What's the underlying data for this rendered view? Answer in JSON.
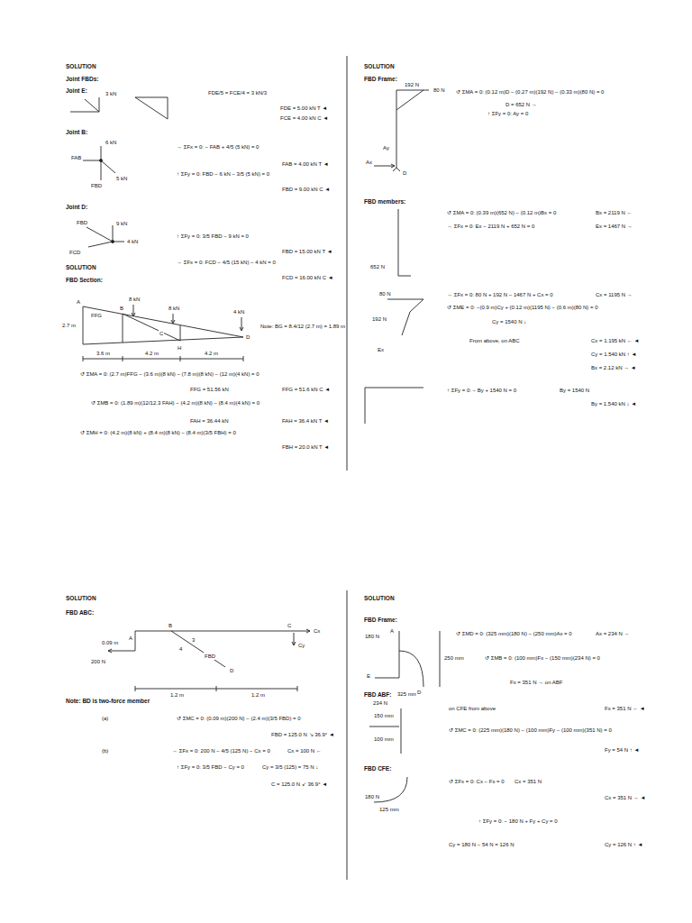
{
  "diagram": {
    "labels": [
      "SOLUTION",
      "Joint FBDs:",
      "Joint E:",
      "3 kN",
      "FDE/5 = FCE/4 = 3 kN/3",
      "FDE = 5.00 kN T ◄",
      "FCE = 4.00 kN C ◄",
      "Joint B:",
      "→ ΣFx = 0:  − FAB + 4/5 (5 kN) = 0",
      "FAB = 4.00 kN T ◄",
      "↑ ΣFy = 0:   FBD − 6 kN − 3/5 (5 kN) = 0",
      "FBD = 9.00 kN C ◄",
      "Joint D:",
      "↑ ΣFy = 0:  3/5 FBD − 9 kN = 0",
      "FBD = 15.00 kN T ◄",
      "→ ΣFx = 0:  FCD − 4/5 (15 kN) − 4 kN = 0",
      "FCD = 16.00 kN C ◄",
      "SOLUTION",
      "FBD Section:",
      "Note: BG = 8.4/12 (2.7 m) = 1.89 m",
      "↺ ΣMA = 0: (2.7 m)FFG − (3.6 m)(8 kN) − (7.8 m)(8 kN) − (12 m)(4 kN) = 0",
      "FFG = 51.56 kN",
      "FFG = 51.6 kN C ◄",
      "↺ ΣMB = 0: (1.89 m)(12/12.3 FAH) − (4.2 m)(8 kN) − (8.4 m)(4 kN) = 0",
      "FAH = 36.44 kN",
      "FAH = 36.4 kN T ◄",
      "↺ ΣMH = 0: (4.2 m)(8 kN) + (8.4 m)(8 kN) − (8.4 m)(3/5 FBH) = 0",
      "FBH = 20.0 kN T ◄",
      "8 kN",
      "8 kN",
      "4 kN",
      "2.7 m",
      "3.6 m",
      "4.2 m",
      "4.2 m",
      "A",
      "B",
      "C",
      "D",
      "H",
      "FFG",
      "6 kN",
      "5 kN",
      "FAB",
      "FBD",
      "9 kN",
      "4 kN",
      "FCD",
      "FBD",
      "SOLUTION",
      "FBD Frame:",
      "↺ ΣMA = 0: (0.12 m)D − (0.27 m)(192 N) − (0.33 m)(80 N) = 0",
      "D = 652 N →",
      "↑ ΣFy = 0: Ay = 0",
      "FBD members:",
      "↺ ΣMA = 0: (0.39 m)(652 N) − (0.12 m)Bx = 0",
      "Bx = 2119 N ←",
      "→ ΣFx = 0: Ex − 2119 N + 652 N = 0",
      "Ex = 1467 N →",
      "→ ΣFx = 0: 80 N + 192 N − 1467 N + Cx = 0",
      "Cx = 1195 N →",
      "↺ ΣME = 0: −(0.9 m)Cy + (0.12 m)(1195 N) − (0.6 m)(80 N) = 0",
      "Cy = 1540 N ↓",
      "From above, on ABC",
      "Cx = 1.195 kN ← ◄",
      "Cy = 1.540 kN ↑ ◄",
      "Bx = 2.12 kN → ◄",
      "↑ ΣFy = 0: − By + 1540 N = 0",
      "By = 1540 N",
      "By = 1.540 kN ↓ ◄",
      "192 N",
      "80 N",
      "Ax",
      "Ay",
      "D",
      "652 N",
      "80 N",
      "192 N",
      "Ex",
      "SOLUTION",
      "FBD ABC:",
      "B",
      "C",
      "A",
      "D",
      "3",
      "4",
      "0.09 m",
      "200 N",
      "1.2 m",
      "1.2 m",
      "FBD",
      "Cx",
      "Cy",
      "Note: BD is two-force member",
      "(a)",
      "↺ ΣMC = 0: (0.09 m)(200 N) − (2.4 m)(3/5 FBD) = 0",
      "FBD = 125.0 N ↘ 36.9° ◄",
      "(b)",
      "→ ΣFx = 0: 200 N − 4/5 (125 N) − Cx = 0",
      "Cx = 100 N ←",
      "↑ ΣFy = 0: 3/5 FBD − Cy = 0",
      "Cy = 3/5 (125) = 75 N ↓",
      "C = 125.0 N ↙ 36.9° ◄",
      "SOLUTION",
      "FBD Frame:",
      "↺ ΣMD = 0: (325 mm)(180 N) − (250 mm)Ax = 0",
      "Ax = 234 N →",
      "↺ ΣMB = 0: (100 mm)Fx − (150 mm)(234 N) = 0",
      "Fx = 351 N → on ABF",
      "FBD ABF:",
      "on CFE from above",
      "Fx = 351 N ← ◄",
      "↺ ΣMC = 0: (225 mm)(180 N) − (100 mm)Fy − (100 mm)(351 N) = 0",
      "Fy = 54 N ↑ ◄",
      "FBD CFE:",
      "↺ ΣFx = 0: Cx − Fx = 0",
      "Cx = 351 N",
      "Cx = 351 N → ◄",
      "↑ ΣFy = 0: − 180 N + Fy + Cy = 0",
      "Cy = 180 N − 54 N = 126 N",
      "Cy = 126 N ↑ ◄",
      "180 N",
      "250 mm",
      "325 mm",
      "150 mm",
      "100 mm",
      "180 N",
      "125 mm",
      "234 N",
      "A",
      "E",
      "D"
    ]
  }
}
